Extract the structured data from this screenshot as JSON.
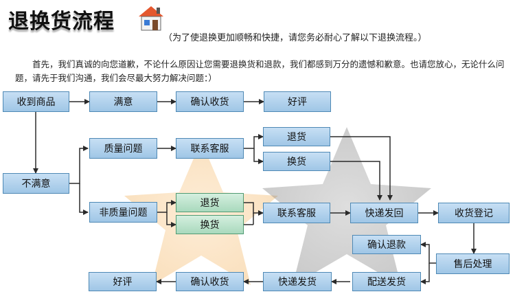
{
  "header": {
    "title": "退换货流程",
    "subtitle": "（为了使退换更加顺畅和快捷，请您务必耐心了解以下退换流程。）"
  },
  "intro": "首先，我们真诚的向您道歉，不论什么原因让您需要退换货和退款，我们都感到万分的遗憾和歉意。也请您放心，无论什么问题，请先于我们沟通，我们会尽最大努力解决问题：）",
  "nodes": {
    "receive": "收到商品",
    "satisfied": "满意",
    "confirm1": "确认收货",
    "review1": "好评",
    "dissatisfied": "不满意",
    "quality": "质量问题",
    "contact1": "联系客服",
    "return1": "退货",
    "exchange1": "换货",
    "nonquality": "非质量问题",
    "return2": "退货",
    "exchange2": "换货",
    "contact2": "联系客服",
    "express_back": "快递发回",
    "register": "收货登记",
    "refund": "确认退款",
    "aftersale": "售后处理",
    "ship": "配送发货",
    "express_send": "快递发货",
    "confirm2": "确认收货",
    "review2": "好评"
  },
  "colors": {
    "box_blue": "#b3d3ee",
    "box_green": "#bfe5cf",
    "border": "#4d88b4",
    "arrow": "#2a2a2a",
    "star_orange": "#f7c07a",
    "star_gray": "#8a8a8a"
  },
  "icons": [
    "house-icon"
  ]
}
